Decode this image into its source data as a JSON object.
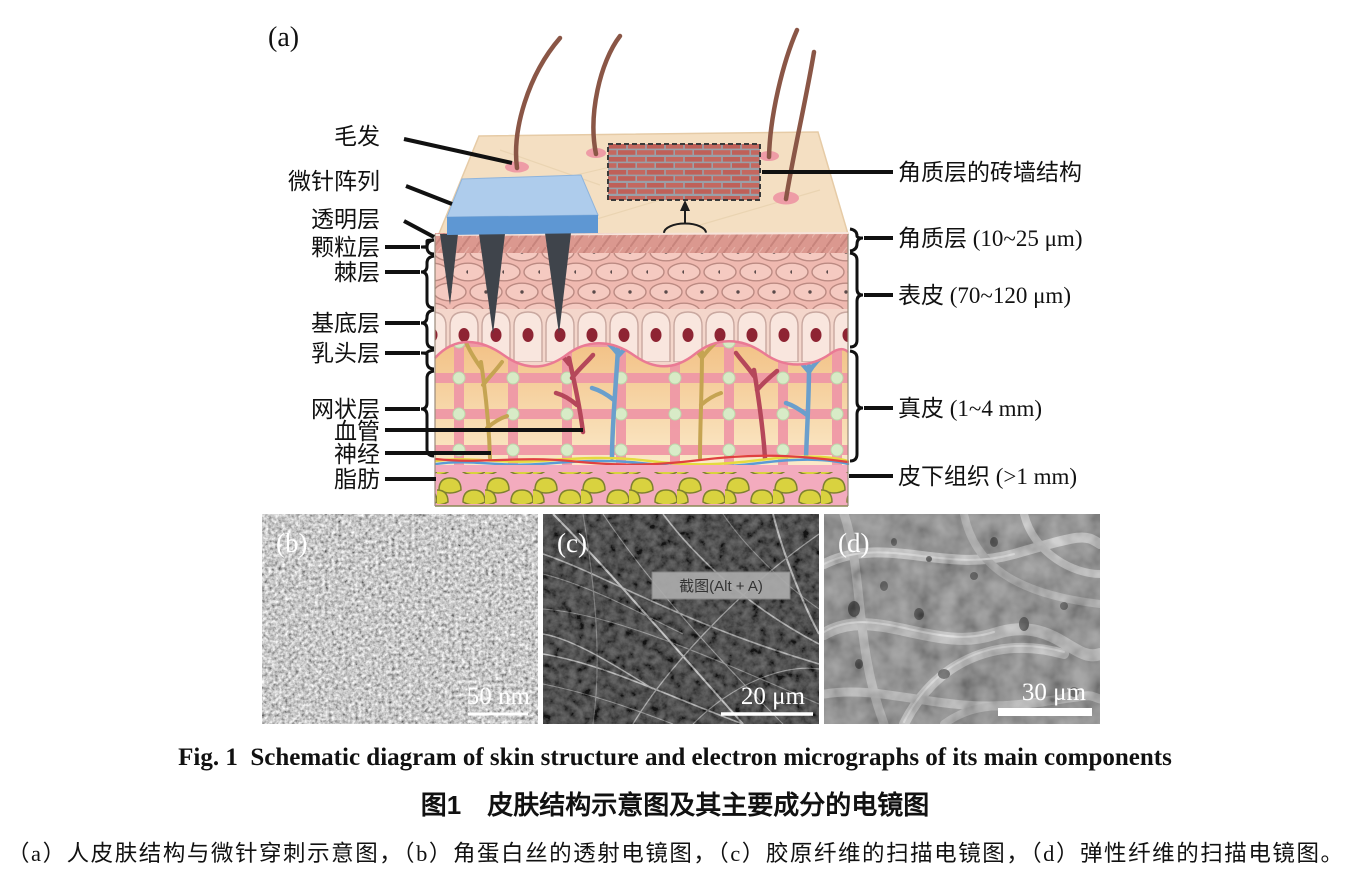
{
  "figure_a": {
    "panel_label": "(a)",
    "left_labels": [
      "毛发",
      "微针阵列",
      "透明层",
      "颗粒层",
      "棘层",
      "基底层",
      "乳头层",
      "网状层",
      "血管",
      "神经",
      "脂肪"
    ],
    "right_labels": [
      "角质层的砖墙结构",
      "角质层 (10~25 μm)",
      "表皮 (70~120 μm)",
      "真皮 (1~4 mm)",
      "皮下组织 (>1 mm)"
    ]
  },
  "micrographs": [
    {
      "panel_label": "(b)",
      "scale_label": "50 nm"
    },
    {
      "panel_label": "(c)",
      "scale_label": "20 μm",
      "overlay_text": "截图(Alt + A)"
    },
    {
      "panel_label": "(d)",
      "scale_label": "30 μm"
    }
  ],
  "caption": {
    "title_en": "Fig. 1  Schematic diagram of skin structure and electron micrographs of its main components",
    "title_zh": "图1　皮肤结构示意图及其主要成分的电镜图",
    "description": "（a）人皮肤结构与微针穿刺示意图，（b）角蛋白丝的透射电镜图，（c）胶原纤维的扫描电镜图，（d）弹性纤维的扫描电镜图。"
  },
  "colors": {
    "skin_surface": "#f4dfc2",
    "stratum_corneum": "#db988f",
    "epidermis_cells": "#efb9b0",
    "basal_layer": "#f4d6cb",
    "dermis_top": "#f2c185",
    "dermis_bottom": "#fbe9c8",
    "collagen_grid_pink": "#ef98a6",
    "green_dot": "#d6ecc8",
    "subcutis_pink": "#f3abbe",
    "fat_yellow": "#d9d23f",
    "patch_blue_top": "#aeccec",
    "patch_blue_front": "#5e97d3",
    "needle_gray": "#3f444b",
    "brick_red": "#c0615a",
    "hair_brown": "#8a5646",
    "vessel_red": "#b5475a",
    "vessel_blue": "#6a9fcc",
    "nerve_tan": "#c5a452"
  }
}
